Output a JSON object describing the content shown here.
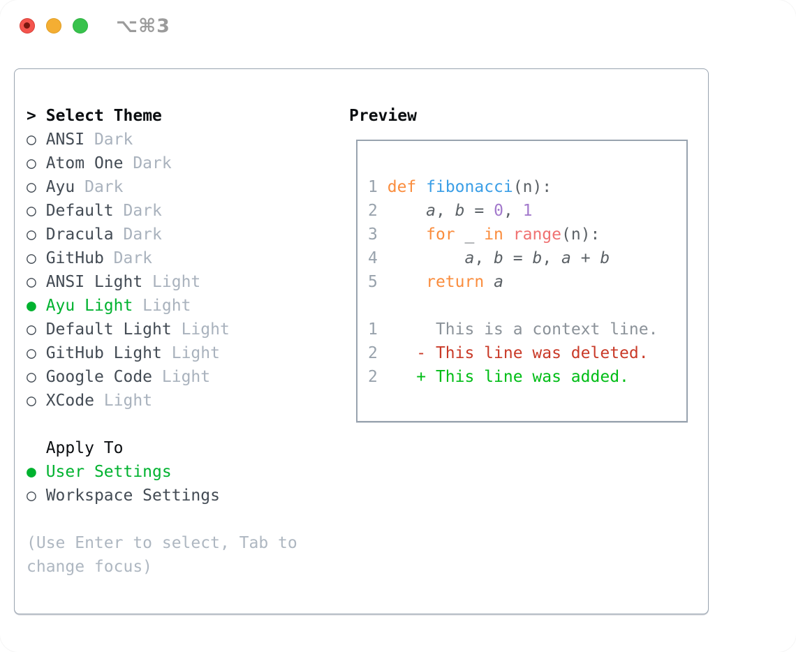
{
  "window": {
    "title": "⌥⌘3"
  },
  "colors": {
    "accent_green": "#00b22f",
    "diff_added_green": "#00bd16",
    "diff_deleted_red": "#c93a28",
    "keyword_orange": "#fa8d3e",
    "function_blue": "#3a9ee6",
    "constant_purple": "#a37acc",
    "call_coral": "#f07171",
    "muted_gray": "#a9b2bd",
    "border_gray": "#98a3af",
    "traffic_red": "#f4544d",
    "traffic_yellow": "#f4ae33",
    "traffic_green": "#38c24c"
  },
  "theme_panel": {
    "header_prefix": ">",
    "header": "Select Theme",
    "radio_selected_glyph": "●",
    "radio_unselected_glyph": "○",
    "themes": [
      {
        "name": "ANSI",
        "tag": "Dark",
        "selected": false
      },
      {
        "name": "Atom One",
        "tag": "Dark",
        "selected": false
      },
      {
        "name": "Ayu",
        "tag": "Dark",
        "selected": false
      },
      {
        "name": "Default",
        "tag": "Dark",
        "selected": false
      },
      {
        "name": "Dracula",
        "tag": "Dark",
        "selected": false
      },
      {
        "name": "GitHub",
        "tag": "Dark",
        "selected": false
      },
      {
        "name": "ANSI Light",
        "tag": "Light",
        "selected": false
      },
      {
        "name": "Ayu Light",
        "tag": "Light",
        "selected": true
      },
      {
        "name": "Default Light",
        "tag": "Light",
        "selected": false
      },
      {
        "name": "GitHub Light",
        "tag": "Light",
        "selected": false
      },
      {
        "name": "Google Code",
        "tag": "Light",
        "selected": false
      },
      {
        "name": "XCode",
        "tag": "Light",
        "selected": false
      }
    ],
    "apply_to": {
      "header": "Apply To",
      "options": [
        {
          "label": "User Settings",
          "selected": true
        },
        {
          "label": "Workspace Settings",
          "selected": false
        }
      ]
    },
    "hint": "(Use Enter to select, Tab to change focus)"
  },
  "preview": {
    "header": "Preview",
    "code_lines": [
      [
        [
          "num",
          "1"
        ],
        [
          "plain",
          " "
        ],
        [
          "kw",
          "def"
        ],
        [
          "plain",
          " "
        ],
        [
          "fn",
          "fibonacci"
        ],
        [
          "plain",
          "(n):"
        ]
      ],
      [
        [
          "num",
          "2"
        ],
        [
          "plain",
          "     "
        ],
        [
          "var",
          "a"
        ],
        [
          "plain",
          ", "
        ],
        [
          "var",
          "b"
        ],
        [
          "plain",
          " = "
        ],
        [
          "const",
          "0"
        ],
        [
          "plain",
          ", "
        ],
        [
          "const",
          "1"
        ]
      ],
      [
        [
          "num",
          "3"
        ],
        [
          "plain",
          "     "
        ],
        [
          "kw",
          "for"
        ],
        [
          "plain",
          " _ "
        ],
        [
          "kw",
          "in"
        ],
        [
          "plain",
          " "
        ],
        [
          "markup",
          "range"
        ],
        [
          "plain",
          "(n):"
        ]
      ],
      [
        [
          "num",
          "4"
        ],
        [
          "plain",
          "         "
        ],
        [
          "var",
          "a"
        ],
        [
          "plain",
          ", "
        ],
        [
          "var",
          "b"
        ],
        [
          "plain",
          " = "
        ],
        [
          "var",
          "b"
        ],
        [
          "plain",
          ", "
        ],
        [
          "var",
          "a"
        ],
        [
          "plain",
          " + "
        ],
        [
          "var",
          "b"
        ]
      ],
      [
        [
          "num",
          "5"
        ],
        [
          "plain",
          "     "
        ],
        [
          "kw",
          "return"
        ],
        [
          "plain",
          " "
        ],
        [
          "var",
          "a"
        ]
      ],
      [],
      [
        [
          "num",
          "1"
        ],
        [
          "plain",
          "      "
        ],
        [
          "ctx",
          "This is a context line."
        ]
      ],
      [
        [
          "num",
          "2"
        ],
        [
          "plain",
          "    "
        ],
        [
          "del",
          "- This line was deleted."
        ]
      ],
      [
        [
          "num",
          "2"
        ],
        [
          "plain",
          "    "
        ],
        [
          "add",
          "+ This line was added."
        ]
      ]
    ]
  }
}
